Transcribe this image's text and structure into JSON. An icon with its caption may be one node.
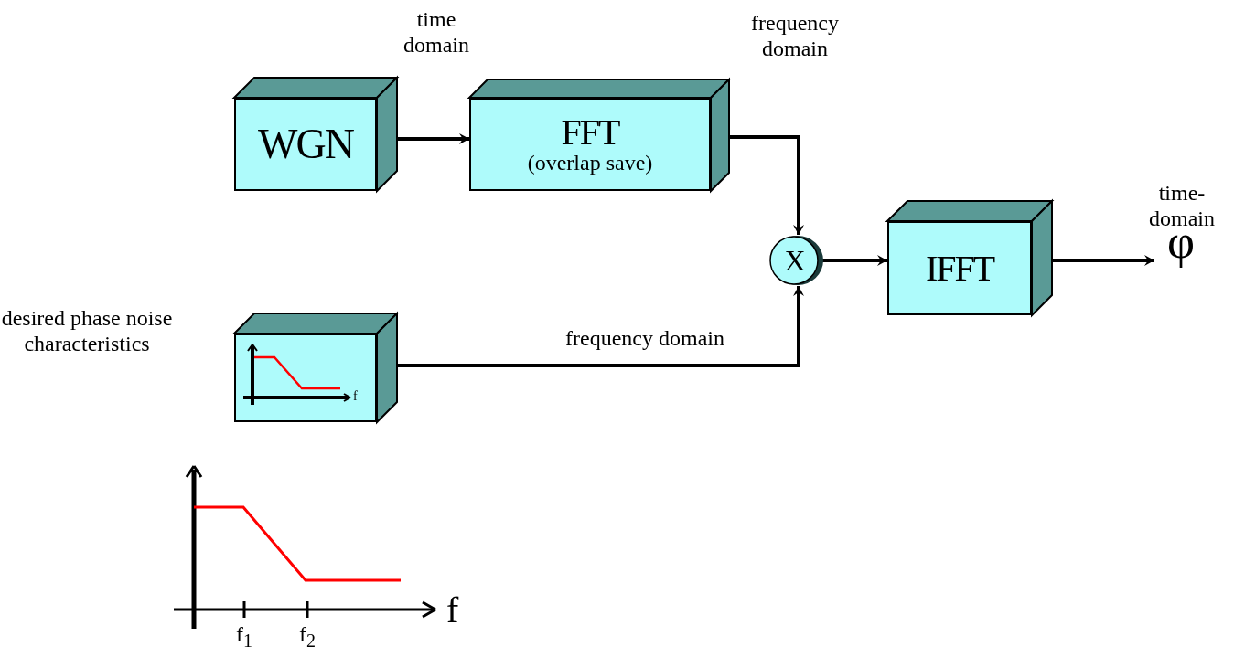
{
  "diagram": {
    "nodes": [
      {
        "text": [
          "WGN"
        ]
      },
      {
        "text": [
          "FFT",
          "(overlap save)"
        ]
      },
      {
        "text": [
          "X"
        ]
      },
      {
        "text": [
          "IFFT"
        ]
      },
      {
        "text": [],
        "shape": "box",
        "beside": [
          "desired phase noise characteristics"
        ]
      },
      {
        "text": [
          "φ"
        ],
        "beside": [
          "time-domain"
        ]
      }
    ],
    "edges": [
      {
        "from": 0,
        "to": 1,
        "arrow": "to",
        "label": "time domain"
      },
      {
        "from": 1,
        "to": 2,
        "arrow": "to",
        "label": "frequency domain"
      },
      {
        "from": 4,
        "to": 2,
        "arrow": "to",
        "label": "frequency domain"
      },
      {
        "from": 2,
        "to": 3,
        "arrow": "to"
      },
      {
        "from": 3,
        "to": 5,
        "arrow": "to"
      }
    ],
    "labels": [
      "f",
      "f",
      "f$_{1}$",
      "f$_{2}$"
    ]
  }
}
